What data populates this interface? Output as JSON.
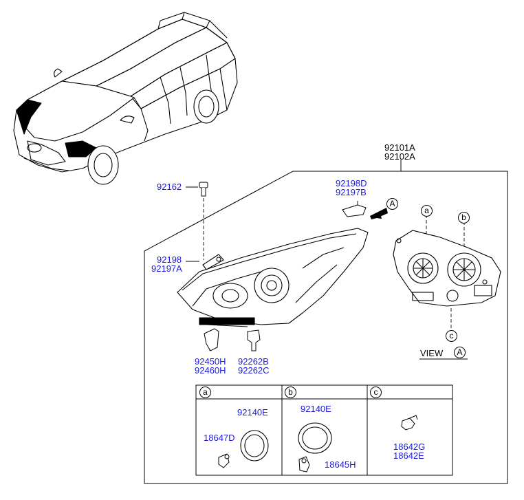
{
  "assembly": {
    "codes": [
      "92101A",
      "92102A"
    ]
  },
  "parts": {
    "p92162": "92162",
    "p92198D": "92198D",
    "p92197B": "92197B",
    "p92198": "92198",
    "p92197A": "92197A",
    "p92450H": "92450H",
    "p92460H": "92460H",
    "p92262B": "92262B",
    "p92262C": "92262C"
  },
  "view": {
    "label": "VIEW",
    "ref": "A",
    "callouts": [
      "a",
      "b",
      "c"
    ]
  },
  "table": {
    "columns": [
      {
        "key": "a",
        "labels": [
          "92140E",
          "18647D"
        ]
      },
      {
        "key": "b",
        "labels": [
          "92140E",
          "18645H"
        ]
      },
      {
        "key": "c",
        "labels": [
          "18642G",
          "18642E"
        ]
      }
    ]
  },
  "colors": {
    "part_link": "#1a1adc",
    "line": "#000000"
  }
}
